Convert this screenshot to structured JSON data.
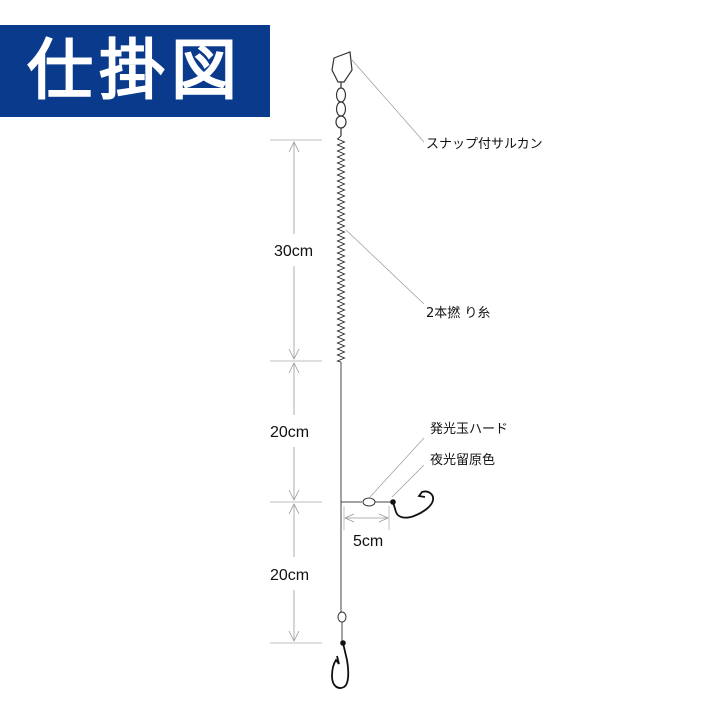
{
  "title": "仕掛図",
  "labels": {
    "snap_swivel": "スナップ付サルカン",
    "twisted_line": "2本撚 り糸",
    "glow_bead_line1": "発光玉ハード",
    "glow_bead_line2": "夜光留原色"
  },
  "dimensions": {
    "top_segment": "30cm",
    "middle_segment": "20cm",
    "bottom_segment": "20cm",
    "branch": "5cm"
  },
  "colors": {
    "title_bg": "#0a3a8c",
    "title_text": "#ffffff",
    "line": "#333333",
    "guide": "#999999"
  }
}
